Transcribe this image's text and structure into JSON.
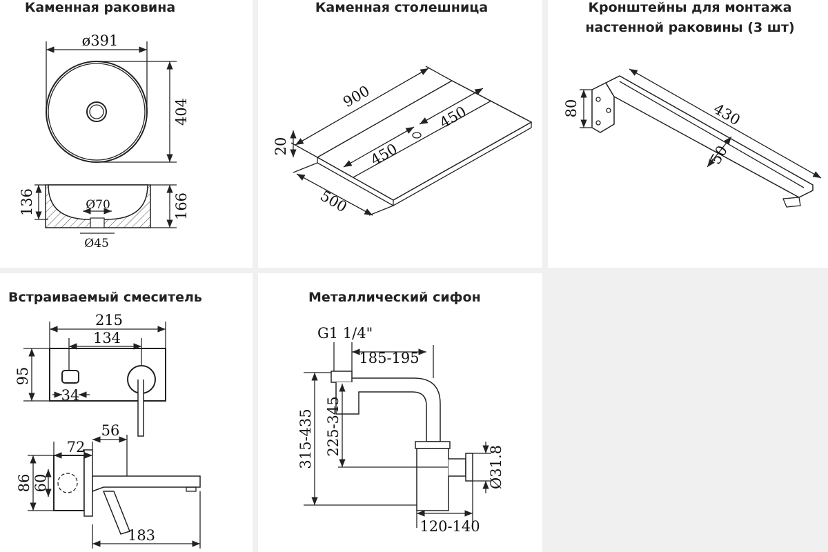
{
  "panels": {
    "sink": {
      "title": "Каменная раковина",
      "d_outer": "ø391",
      "height_top": "404",
      "depth_inner": "136",
      "height_side": "166",
      "d_drain": "Ø70",
      "d_outlet": "Ø45"
    },
    "countertop": {
      "title": "Каменная столешница",
      "length": "900",
      "half_a": "450",
      "half_b": "450",
      "thickness": "20",
      "depth": "500"
    },
    "brackets": {
      "title_line1": "Кронштейны для монтажа",
      "title_line2": "настенной раковины (3 шт)",
      "height": "80",
      "length": "430",
      "width": "50"
    },
    "mixer": {
      "title": "Встраиваемый смеситель",
      "plate_width": "215",
      "axis_distance": "134",
      "plate_height": "95",
      "offset": "34",
      "spout_gap": "56",
      "body_depth": "72",
      "body_height": "86",
      "body_inner": "60",
      "spout_length": "183"
    },
    "siphon": {
      "title": "Металлический сифон",
      "thread": "G1 1/4\"",
      "horizontal": "185-195",
      "height_total": "315-435",
      "height_inner": "225-345",
      "pipe_diameter": "Ø31.8",
      "wall_offset": "120-140"
    }
  },
  "colors": {
    "separator": "#f0f0f0",
    "line": "#222222"
  }
}
